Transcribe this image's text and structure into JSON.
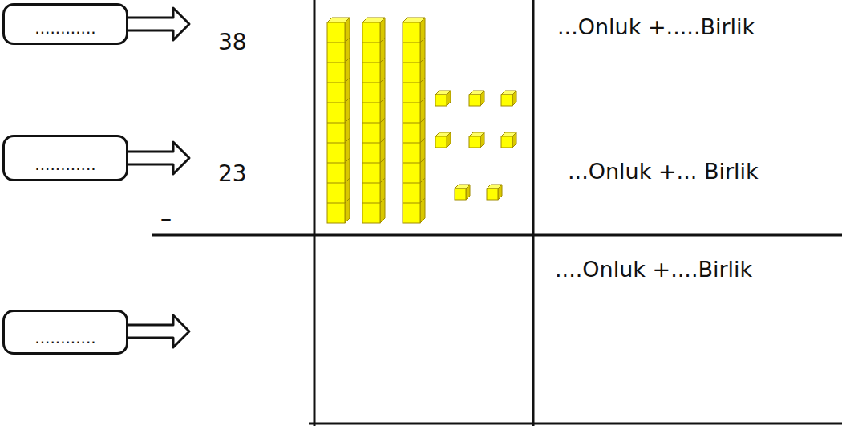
{
  "diagram": {
    "nodes": [
      {
        "text": [
          "............"
        ]
      },
      {
        "text": [
          "............"
        ]
      },
      {
        "text": [
          "............"
        ]
      }
    ],
    "labels": [
      "38",
      "23",
      "–",
      "...Onluk +.....Birlik",
      "...Onluk +... Birlik",
      "....Onluk +....Birlik"
    ]
  }
}
